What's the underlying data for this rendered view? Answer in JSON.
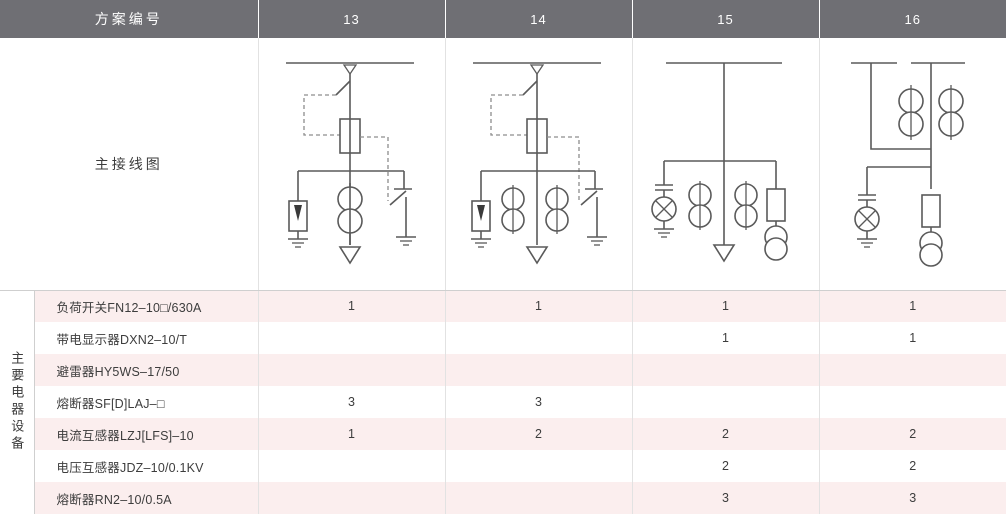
{
  "header": {
    "scheme_label": "方案编号",
    "columns": [
      "13",
      "14",
      "15",
      "16"
    ]
  },
  "diagram_row": {
    "label": "主接线图",
    "diagrams": [
      {
        "scheme": "13",
        "elements": [
          "busbar",
          "load-switch",
          "fuse",
          "arrester",
          "current-transformer-x1",
          "earthing-switch",
          "cable-outgoing"
        ]
      },
      {
        "scheme": "14",
        "elements": [
          "busbar",
          "load-switch",
          "fuse",
          "arrester",
          "current-transformer-x2",
          "earthing-switch",
          "cable-outgoing"
        ]
      },
      {
        "scheme": "15",
        "elements": [
          "busbar",
          "live-display",
          "current-transformer-x2",
          "fuse",
          "voltage-transformer",
          "cable-outgoing"
        ]
      },
      {
        "scheme": "16",
        "elements": [
          "busbar-split",
          "current-transformer-x2",
          "live-display",
          "fuse",
          "voltage-transformer"
        ]
      }
    ]
  },
  "equipment": {
    "group_label": "主要电器设备",
    "rows": [
      {
        "name": "负荷开关FN12–10□/630A",
        "values": [
          "1",
          "1",
          "1",
          "1"
        ]
      },
      {
        "name": "带电显示器DXN2–10/T",
        "values": [
          "",
          "",
          "1",
          "1"
        ]
      },
      {
        "name": "避雷器HY5WS–17/50",
        "values": [
          "",
          "",
          "",
          ""
        ]
      },
      {
        "name": "熔断器SF[D]LAJ–□",
        "values": [
          "3",
          "3",
          "",
          ""
        ]
      },
      {
        "name": "电流互感器LZJ[LFS]–10",
        "values": [
          "1",
          "2",
          "2",
          "2"
        ]
      },
      {
        "name": "电压互感器JDZ–10/0.1KV",
        "values": [
          "",
          "",
          "2",
          "2"
        ]
      },
      {
        "name": "熔断器RN2–10/0.5A",
        "values": [
          "",
          "",
          "3",
          "3"
        ]
      }
    ]
  },
  "colors": {
    "header_bg": "#6f6f74",
    "row_alt_bg": "#fbeeee",
    "row_bg": "#ffffff",
    "line": "#5a5a5a",
    "dashed_line": "#8d8d8d",
    "text": "#3d3d3d"
  }
}
